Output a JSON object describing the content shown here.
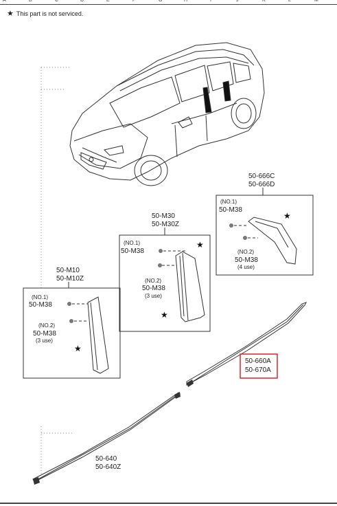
{
  "header": {
    "ruler_letters": [
      "A",
      "B",
      "C",
      "D",
      "E",
      "F",
      "G",
      "H",
      "I",
      "J",
      "K",
      "L",
      "M"
    ],
    "note_icon": "star-icon",
    "note_text": "This part is not serviced."
  },
  "vehicle": {
    "icon": "suv-outline-drawing"
  },
  "groups": {
    "rear_window_garnish": {
      "part_numbers": [
        "50-666C",
        "50-666D"
      ],
      "fasteners": [
        {
          "no": "(NO.1)",
          "part": "50-M38",
          "qty": ""
        },
        {
          "no": "(NO.2)",
          "part": "50-M38",
          "qty": "(4 use)"
        }
      ]
    },
    "center_pillar_garnish": {
      "part_numbers": [
        "50-M30",
        "50-M30Z"
      ],
      "fasteners": [
        {
          "no": "(NO.1)",
          "part": "50-M38",
          "qty": ""
        },
        {
          "no": "(NO.2)",
          "part": "50-M38",
          "qty": "(3 use)"
        }
      ]
    },
    "front_pillar_garnish": {
      "part_numbers": [
        "50-M10",
        "50-M10Z"
      ],
      "fasteners": [
        {
          "no": "(NO.1)",
          "part": "50-M38",
          "qty": ""
        },
        {
          "no": "(NO.2)",
          "part": "50-M38",
          "qty": "(3 use)"
        }
      ]
    },
    "rear_molding": {
      "part_numbers": [
        "50-660A",
        "50-670A"
      ],
      "highlight_color": "#d9252a"
    },
    "front_molding": {
      "part_numbers": [
        "50-640",
        "50-640Z"
      ]
    }
  }
}
